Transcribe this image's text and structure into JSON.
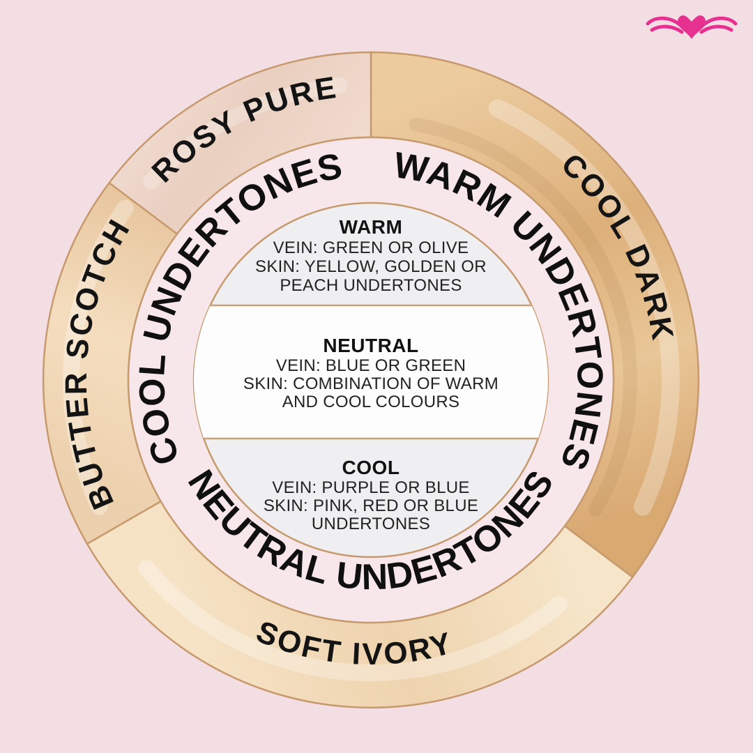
{
  "logo": {
    "icon": "winged-heart-icon",
    "color": "#e73190"
  },
  "wheel": {
    "swatch_segments": [
      {
        "id": "rosy-pure",
        "label": "ROSY PURE",
        "color": "#eed6c9"
      },
      {
        "id": "cool-dark",
        "label": "COOL DARK",
        "color": "#e2b888"
      },
      {
        "id": "butter-scotch",
        "label": "BUTTER SCOTCH",
        "color": "#eccfab"
      },
      {
        "id": "soft-ivory",
        "label": "SOFT IVORY",
        "color": "#f3dfc0"
      }
    ],
    "ring_labels": {
      "cool": "COOL UNDERTONES",
      "warm": "WARM UNDERTONES",
      "neutral": "NEUTRAL UNDERTONES"
    },
    "center_sections": [
      {
        "title": "WARM",
        "lines": [
          "VEIN: GREEN OR OLIVE",
          "SKIN: YELLOW, GOLDEN OR",
          "PEACH UNDERTONES"
        ]
      },
      {
        "title": "NEUTRAL",
        "lines": [
          "VEIN: BLUE OR GREEN",
          "SKIN: COMBINATION OF WARM",
          "AND COOL COLOURS"
        ]
      },
      {
        "title": "COOL",
        "lines": [
          "VEIN: PURPLE OR BLUE",
          "SKIN: PINK, RED OR BLUE",
          "UNDERTONES"
        ]
      }
    ],
    "colors": {
      "ring_pink": "#f8e7ea",
      "inner_gray": "#efeef0",
      "inner_white": "#fdfdfe",
      "outline_tan": "#c79a6e",
      "text": "#161616",
      "background_pink": "#f3dee3"
    }
  }
}
